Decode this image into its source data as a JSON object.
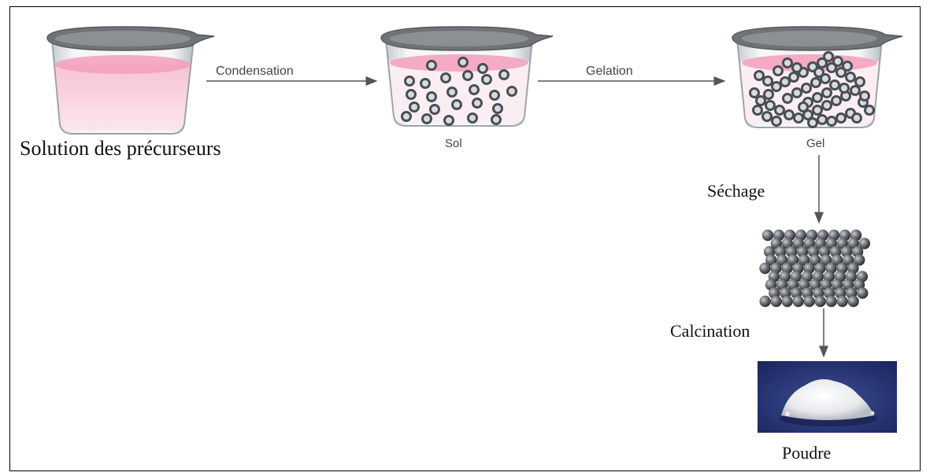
{
  "stages": {
    "solution_label": "Solution des précurseurs",
    "sol_label": "Sol",
    "gel_label": "Gel",
    "powder_label": "Poudre"
  },
  "steps": {
    "condensation": "Condensation",
    "gelation": "Gelation",
    "drying": "Séchage",
    "calcination": "Calcination"
  },
  "colors": {
    "liquid_pink": "#f6c6d4",
    "liquid_surface": "#f29fba",
    "beaker_rim": "#6f7377",
    "beaker_glass": "#eef0f2",
    "particle": "#5a5e63",
    "powder_bg": "#2b3a78"
  }
}
